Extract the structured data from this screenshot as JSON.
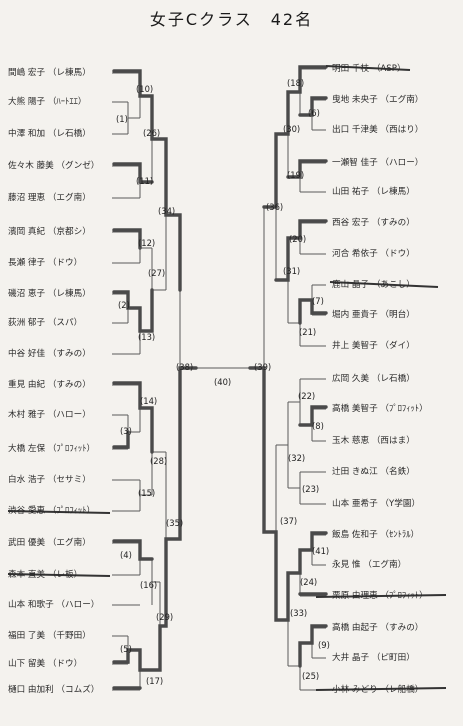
{
  "title": "女子Cクラス　42名",
  "left_players": [
    "間嶋 宏子 （レ棟馬）",
    "大熊 陽子 （ﾊｰﾄｴｴ）",
    "中澤 和加 （レ石橋）",
    "佐々木 藤美 （グンゼ）",
    "藤沼 理恵 （エグ南）",
    "濱岡 真紀 （京都シ）",
    "長瀬 律子 （ドウ）",
    "磯沼 恵子 （レ棟馬）",
    "荻洲 郁子 （スパ）",
    "中谷 好佳 （すみの）",
    "重見 由紀 （すみの）",
    "木村 雅子 （ハロー）",
    "大橋 左保 （ﾌﾟﾛﾌｨｯﾄ）",
    "白水 浩子 （セサミ）",
    "渋谷 愛恵 （ﾌﾟﾛﾌｨｯﾄ）",
    "武田 優美 （エグ南）",
    "森本 直美 （レ板）",
    "山本 和歌子 （ハロー）",
    "福田 了美 （千野田）",
    "山下 留美 （ドウ）",
    "樋口 由加利 （コムズ）"
  ],
  "right_players": [
    "明田 千枝 （ASP）",
    "曳地 未央子 （エグ南）",
    "出口 千津美 （西はり）",
    "一瀬智 佳子 （ハロー）",
    "山田 祐子 （レ棟馬）",
    "西谷 宏子 （すみの）",
    "河合 希依子 （ドウ）",
    "鹿山 晶子 （あこし）",
    "堀内 亜貴子 （明台）",
    "井上 美智子 （ダイ）",
    "広岡 久美 （レ石橋）",
    "高橋 美智子 （ﾌﾟﾛﾌｨｯﾄ）",
    "玉木 慈恵 （西はま）",
    "辻田 きぬ江 （名鉄）",
    "山本 亜希子 （Y学園）",
    "飯島 佐和子 （ｾﾝﾄﾗﾙ）",
    "永見 惟 （エグ南）",
    "栗原 由理恵 （ﾌﾟﾛﾌｨｯﾄ）",
    "高橋 由起子 （すみの）",
    "大井 晶子 （ピ町田）",
    "小林 みどり （レ船橋）"
  ],
  "match_numbers": {
    "l10": "(10)",
    "l1": "(1)",
    "l26": "(26)",
    "l11": "(11)",
    "l34": "(34)",
    "l12": "(12)",
    "l27": "(27)",
    "l2": "(2)",
    "l13": "(13)",
    "l38": "(38)",
    "l14": "(14)",
    "l3": "(3)",
    "l28": "(28)",
    "l15": "(15)",
    "l35": "(35)",
    "l4": "(4)",
    "l16": "(16)",
    "l29": "(29)",
    "l5": "(5)",
    "l17": "(17)",
    "final": "(40)",
    "r18": "(18)",
    "r6": "(6)",
    "r30": "(30)",
    "r19": "(19)",
    "r36": "(36)",
    "r20": "(20)",
    "r31": "(31)",
    "r7": "(7)",
    "r21": "(21)",
    "r39": "(39)",
    "r22": "(22)",
    "r8": "(8)",
    "r32": "(32)",
    "r23": "(23)",
    "r37": "(37)",
    "r41": "(41)",
    "r24": "(24)",
    "r33": "(33)",
    "r9": "(9)",
    "r25": "(25)"
  }
}
